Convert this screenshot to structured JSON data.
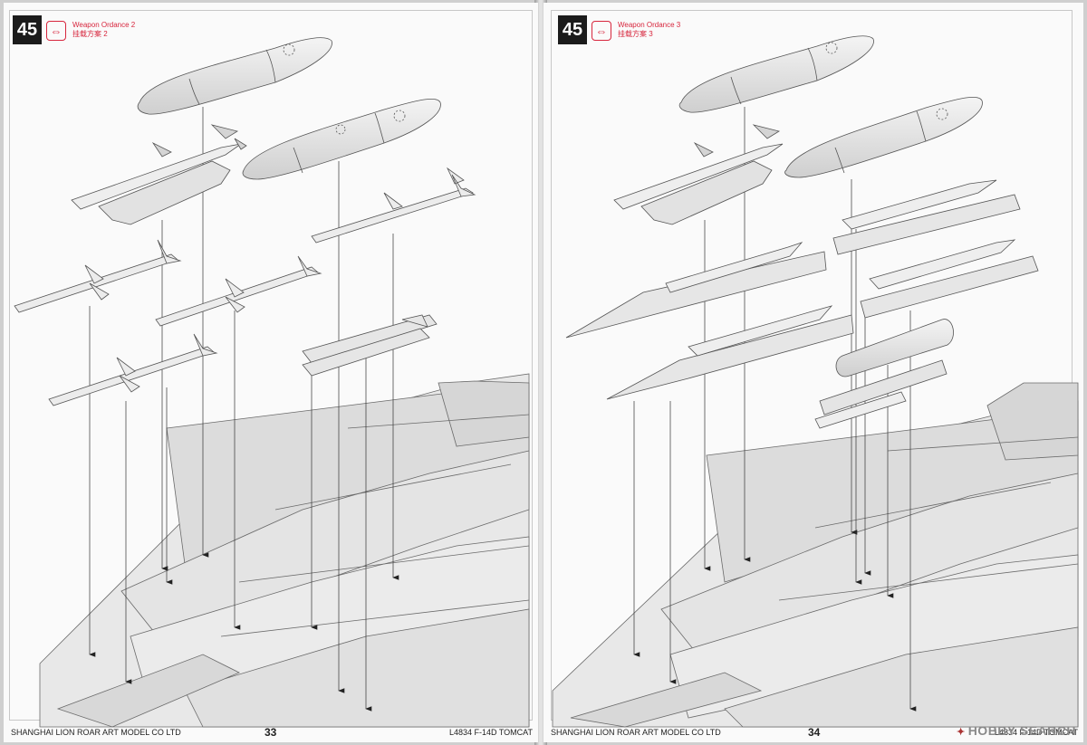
{
  "left_page": {
    "step_number": "45",
    "title_en": "Weapon Ordance 2",
    "title_cn": "挂载方案 2",
    "footer_company": "SHANGHAI LION ROAR ART MODEL CO LTD",
    "page_number": "33",
    "kit_code": "L4834 F-14D TOMCAT"
  },
  "right_page": {
    "step_number": "45",
    "title_en": "Weapon Ordance 3",
    "title_cn": "挂载方案 3",
    "footer_company": "SHANGHAI LION ROAR ART MODEL CO LTD",
    "page_number": "34",
    "kit_code": "L4834 F-14D TOMCAT"
  },
  "watermark": "HOBBY SEARCH",
  "icons": {
    "flip": "flip-arrows-icon",
    "parts": [
      "fuel-tank",
      "missile",
      "pylon",
      "bomb-rack",
      "aircraft-fuselage"
    ]
  },
  "colors": {
    "accent_red": "#d7263d",
    "step_badge": "#1b1b1b",
    "part_fill": "#e4e4e4",
    "line": "#555555"
  }
}
